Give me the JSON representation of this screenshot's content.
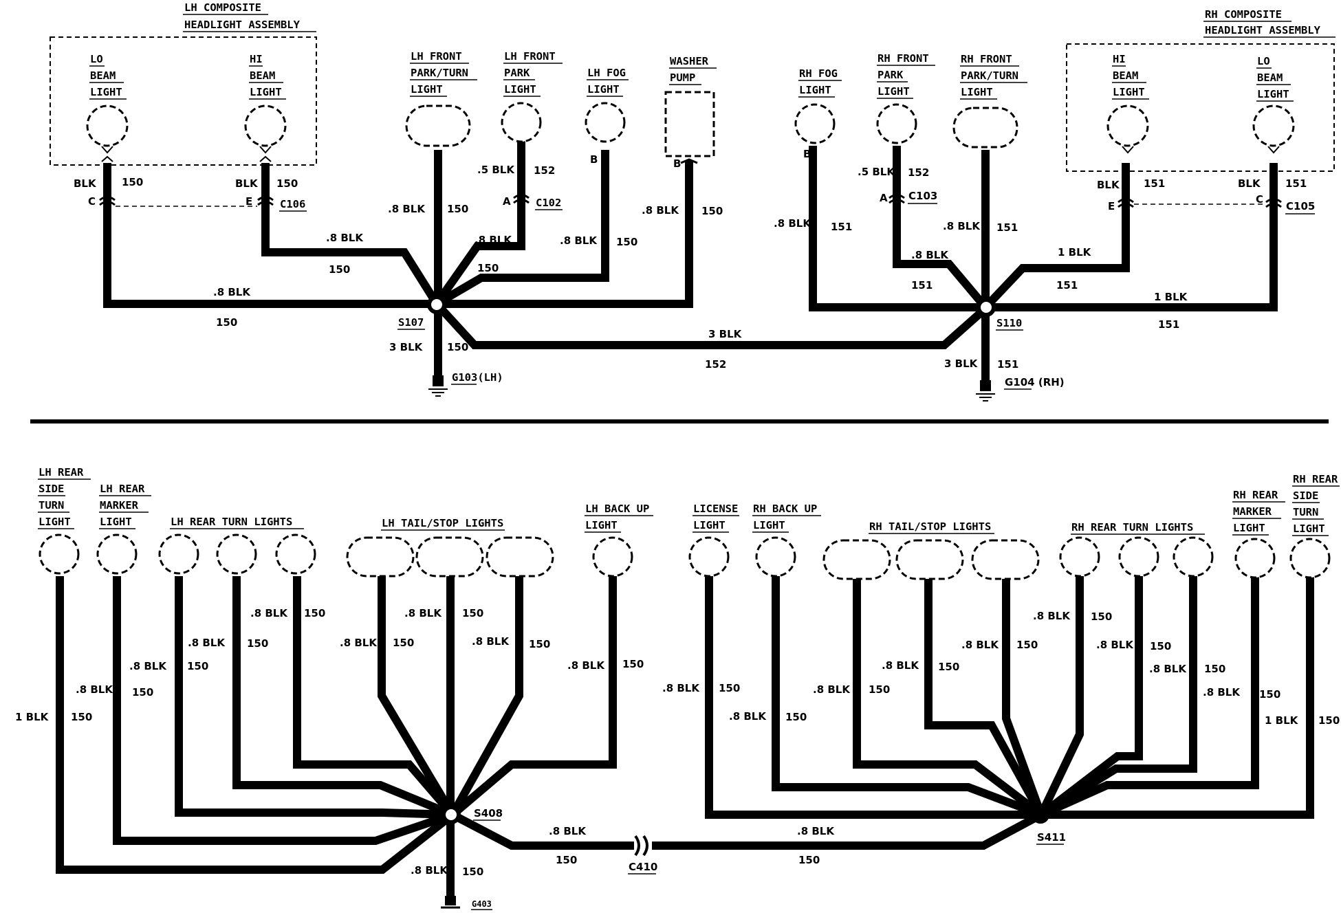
{
  "front": {
    "lh_headlight_assembly": {
      "line1": "LH COMPOSITE",
      "line2": "HEADLIGHT ASSEMBLY"
    },
    "rh_headlight_assembly": {
      "line1": "RH COMPOSITE",
      "line2": "HEADLIGHT ASSEMBLY"
    },
    "lamps": {
      "lh_lo_beam": [
        "LO",
        "BEAM",
        "LIGHT"
      ],
      "lh_hi_beam": [
        "HI",
        "BEAM",
        "LIGHT"
      ],
      "lh_front_park_turn": [
        "LH FRONT",
        "PARK/TURN",
        "LIGHT"
      ],
      "lh_front_park": [
        "LH FRONT",
        "PARK",
        "LIGHT"
      ],
      "lh_fog": [
        "LH FOG",
        "LIGHT"
      ],
      "washer_pump": [
        "WASHER",
        "PUMP"
      ],
      "rh_fog": [
        "RH FOG",
        "LIGHT"
      ],
      "rh_front_park": [
        "RH FRONT",
        "PARK",
        "LIGHT"
      ],
      "rh_front_park_turn": [
        "RH FRONT",
        "PARK/TURN",
        "LIGHT"
      ],
      "rh_hi_beam": [
        "HI",
        "BEAM",
        "LIGHT"
      ],
      "rh_lo_beam": [
        "LO",
        "BEAM",
        "LIGHT"
      ]
    },
    "wires": {
      "lh_lo_color": "BLK",
      "lh_lo_circuit": "150",
      "lh_hi_color": "BLK",
      "lh_hi_circuit": "150",
      "lh_lo_to_splice_size": ".8 BLK",
      "lh_lo_to_splice_circuit": "150",
      "lh_hi_to_splice_size": ".8 BLK",
      "lh_hi_to_splice_circuit": "150",
      "lh_park_turn_size": ".8 BLK",
      "lh_park_turn_circuit": "150",
      "lh_park_size": ".5 BLK",
      "lh_park_circuit": "152",
      "lh_park_lower_size": ".8 BLK",
      "lh_park_lower_circuit": "150",
      "lh_fog_size": ".8 BLK",
      "lh_fog_circuit": "150",
      "washer_size": ".8 BLK",
      "washer_circuit": "150",
      "s107_ground_size": "3 BLK",
      "s107_ground_circuit": "150",
      "cross_size": "3 BLK",
      "cross_circuit": "152",
      "rh_fog_size": ".8 BLK",
      "rh_fog_circuit": "151",
      "rh_park_size": ".5 BLK",
      "rh_park_circuit": "152",
      "rh_park_lower_size": ".8 BLK",
      "rh_park_lower_circuit": "151",
      "rh_park_turn_size": ".8 BLK",
      "rh_park_turn_circuit": "151",
      "rh_hi_color": "BLK",
      "rh_hi_circuit": "151",
      "rh_lo_color": "BLK",
      "rh_lo_circuit": "151",
      "rh_hi_to_splice_size": "1 BLK",
      "rh_hi_to_splice_circuit": "151",
      "rh_lo_to_splice_size": "1 BLK",
      "rh_lo_to_splice_circuit": "151",
      "s110_ground_size": "3 BLK",
      "s110_ground_circuit": "151"
    },
    "pins": {
      "lh_lo": "C",
      "lh_hi": "E",
      "lh_park": "A",
      "lh_fog": "B",
      "washer": "B",
      "rh_fog": "B",
      "rh_park": "A",
      "rh_hi": "E",
      "rh_lo": "C"
    },
    "connectors": {
      "c106": "C106",
      "c102": "C102",
      "c103": "C103",
      "c105": "C105"
    },
    "splices": {
      "s107": "S107",
      "s110": "S110"
    },
    "grounds": {
      "g103": "G103(LH)",
      "g104": "G104 (RH)"
    }
  },
  "rear": {
    "lamps": {
      "lh_rear_side_turn": [
        "LH REAR",
        "SIDE",
        "TURN",
        "LIGHT"
      ],
      "lh_rear_marker": [
        "LH REAR",
        "MARKER",
        "LIGHT"
      ],
      "lh_rear_turn": [
        "LH REAR TURN LIGHTS"
      ],
      "lh_tail_stop": [
        "LH TAIL/STOP LIGHTS"
      ],
      "lh_back_up": [
        "LH BACK UP",
        "LIGHT"
      ],
      "license": [
        "LICENSE",
        "LIGHT"
      ],
      "rh_back_up": [
        "RH BACK UP",
        "LIGHT"
      ],
      "rh_tail_stop": [
        "RH TAIL/STOP LIGHTS"
      ],
      "rh_rear_turn": [
        "RH REAR TURN LIGHTS"
      ],
      "rh_rear_marker": [
        "RH REAR",
        "MARKER",
        "LIGHT"
      ],
      "rh_rear_side_turn": [
        "RH REAR",
        "SIDE",
        "TURN",
        "LIGHT"
      ]
    },
    "wires": {
      "lh_side_turn_size": "1 BLK",
      "lh_side_turn_circuit": "150",
      "lh_marker_size": ".8 BLK",
      "lh_marker_circuit": "150",
      "lh_turn1_size": ".8 BLK",
      "lh_turn1_circuit": "150",
      "lh_turn2_size": ".8 BLK",
      "lh_turn2_circuit": "150",
      "lh_turn3_size": ".8 BLK",
      "lh_turn3_circuit": "150",
      "lh_tail1_size": ".8 BLK",
      "lh_tail1_circuit": "150",
      "lh_tail2_size": ".8 BLK",
      "lh_tail2_circuit": "150",
      "lh_tail3_size": ".8 BLK",
      "lh_tail3_circuit": "150",
      "lh_backup_size": ".8 BLK",
      "lh_backup_circuit": "150",
      "license_size": ".8 BLK",
      "license_circuit": "150",
      "rh_backup_size": ".8 BLK",
      "rh_backup_circuit": "150",
      "rh_tail1_size": ".8 BLK",
      "rh_tail1_circuit": "150",
      "rh_tail2_size": ".8 BLK",
      "rh_tail2_circuit": "150",
      "rh_tail3_size": ".8 BLK",
      "rh_tail3_circuit": "150",
      "rh_turn1_size": ".8 BLK",
      "rh_turn1_circuit": "150",
      "rh_turn2_size": ".8 BLK",
      "rh_turn2_circuit": "150",
      "rh_turn3_size": ".8 BLK",
      "rh_turn3_circuit": "150",
      "rh_marker_size": ".8 BLK",
      "rh_marker_circuit": "150",
      "rh_side_turn_size": "1 BLK",
      "rh_side_turn_circuit": "150",
      "s408_ground_size": ".8 BLK",
      "s408_ground_circuit": "150",
      "s408_c410_size": ".8 BLK",
      "s408_c410_circuit": "150",
      "c410_s411_size": ".8 BLK",
      "c410_s411_circuit": "150"
    },
    "connectors": {
      "c410": "C410"
    },
    "splices": {
      "s408": "S408",
      "s411": "S411"
    },
    "grounds": {
      "g403": "G403"
    }
  }
}
